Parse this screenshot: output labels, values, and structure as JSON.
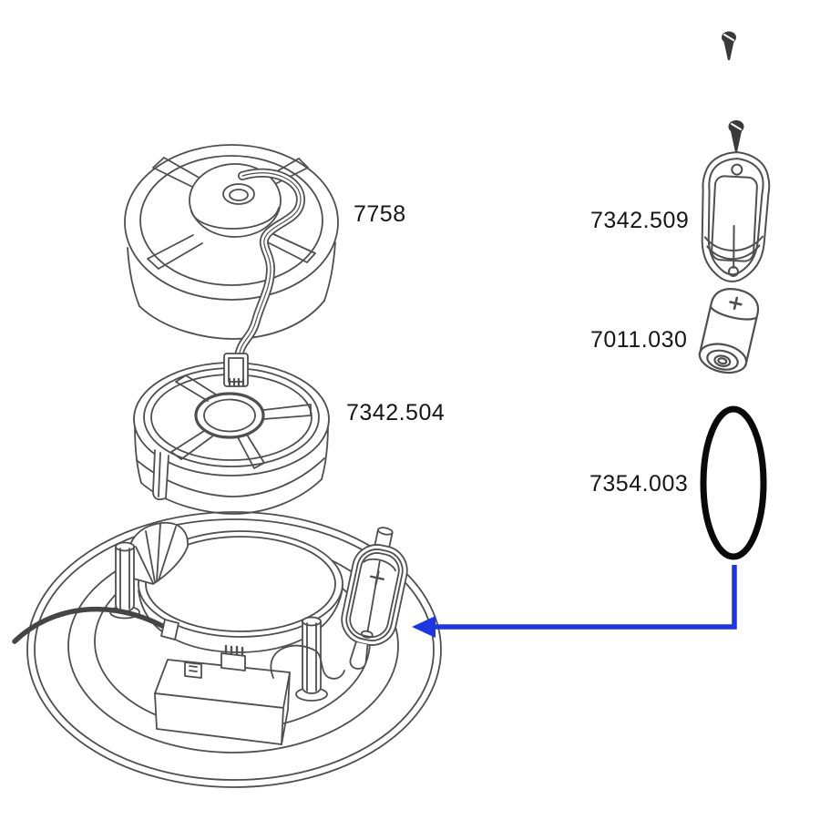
{
  "meta": {
    "type": "exploded-parts-diagram",
    "background": "#ffffff"
  },
  "diagram": {
    "colors": {
      "line": "#4f4f4f",
      "label_text": "#161616",
      "arrow_blue": "#1d36e0",
      "o_ring_black": "#0a0a0a",
      "cable_dark": "#454545",
      "screw_dark": "#3a3a3a"
    },
    "parts": [
      {
        "id": "pump-rotor-unit",
        "label": "7758"
      },
      {
        "id": "rotor-housing",
        "label": "7342.504"
      },
      {
        "id": "battery-compartment",
        "label": "7342.509"
      },
      {
        "id": "battery",
        "label": "7011.030"
      },
      {
        "id": "o-ring",
        "label": "7354.003"
      }
    ],
    "icons": [
      {
        "name": "screw-icon",
        "count": 2
      },
      {
        "name": "arrow-left-icon",
        "color": "#1d36e0"
      }
    ],
    "arrow": {
      "direction": "left",
      "from": "o-ring",
      "to": "base-assembly"
    }
  }
}
